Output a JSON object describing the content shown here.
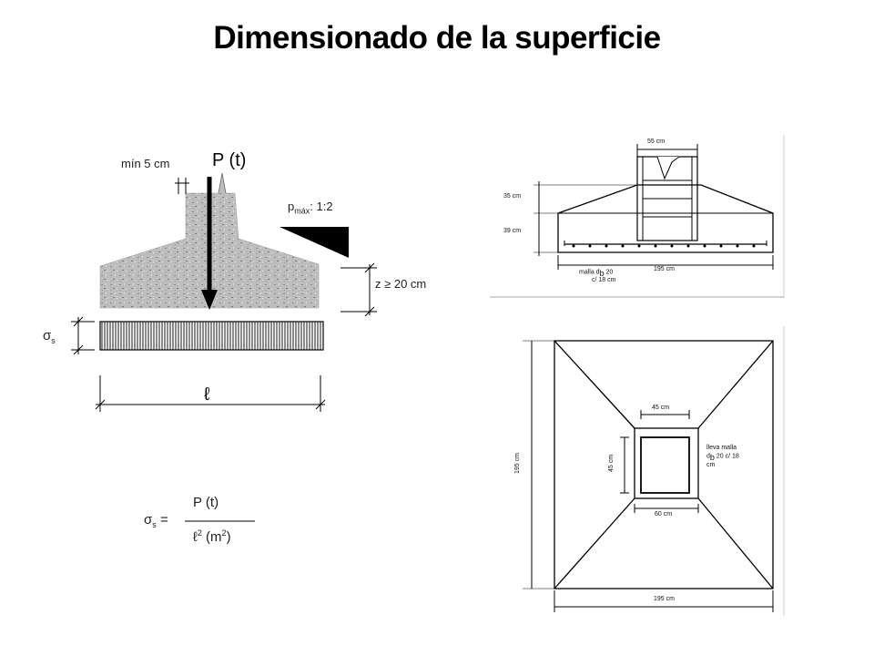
{
  "title": "Dimensionado de la superficie",
  "left": {
    "min_cover": "mín 5 cm",
    "load": "P (t)",
    "slope_p": "p",
    "slope_sub": "máx",
    "slope_ratio": ": 1:2",
    "edge_height": "z ≥ 20 cm",
    "sigma": "σ",
    "sigma_sub": "s",
    "width_symbol": "ℓ"
  },
  "formula": {
    "lhs_sigma": "σ",
    "lhs_sub": "s",
    "equals": "=",
    "numerator": "P (t)",
    "den_l": "ℓ",
    "den_exp": "2",
    "den_unit_open": "(m",
    "den_unit_exp": "2",
    "den_unit_close": ")"
  },
  "section": {
    "column_width": "55 cm",
    "top_height": "35 cm",
    "base_height": "39 cm",
    "width": "195 cm",
    "mesh_line1": "malla d",
    "mesh_sub": "b",
    "mesh_line1_rest": " 20",
    "mesh_line2": "c/ 18  cm"
  },
  "plan": {
    "outer_side": "195 cm",
    "outer_width": "195 cm",
    "pedestal_top": "45 cm",
    "pedestal_side": "45 cm",
    "pedestal_bottom": "60 cm",
    "note_line1": "lleva malla",
    "note_line2": "d",
    "note_sub": "b",
    "note_line2_rest": " 20  c/ 18",
    "note_line3": "cm"
  },
  "colors": {
    "concrete": "#b9b9b9",
    "ink": "#000000"
  }
}
